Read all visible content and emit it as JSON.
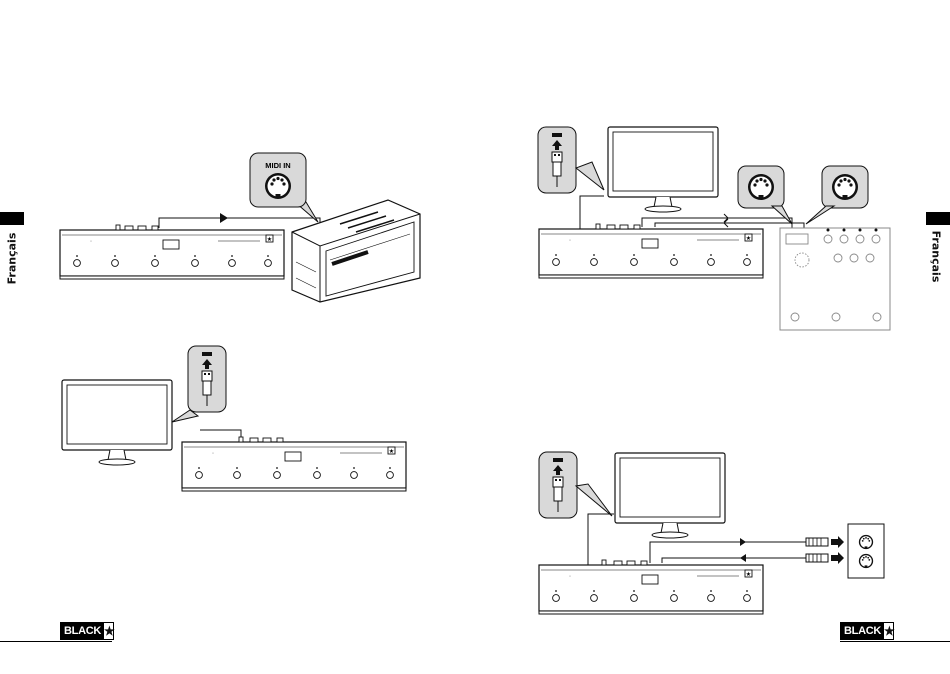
{
  "sidebar": {
    "left_tab_label": "Français",
    "right_tab_label": "Français"
  },
  "brand": {
    "logo_text": "BLACK",
    "logo_star": "★"
  },
  "diagram1": {
    "callout_label": "MIDI IN"
  },
  "colors": {
    "ink": "#111111",
    "callout_fill": "#d9d9d9",
    "screen_fill": "#ffffff"
  }
}
